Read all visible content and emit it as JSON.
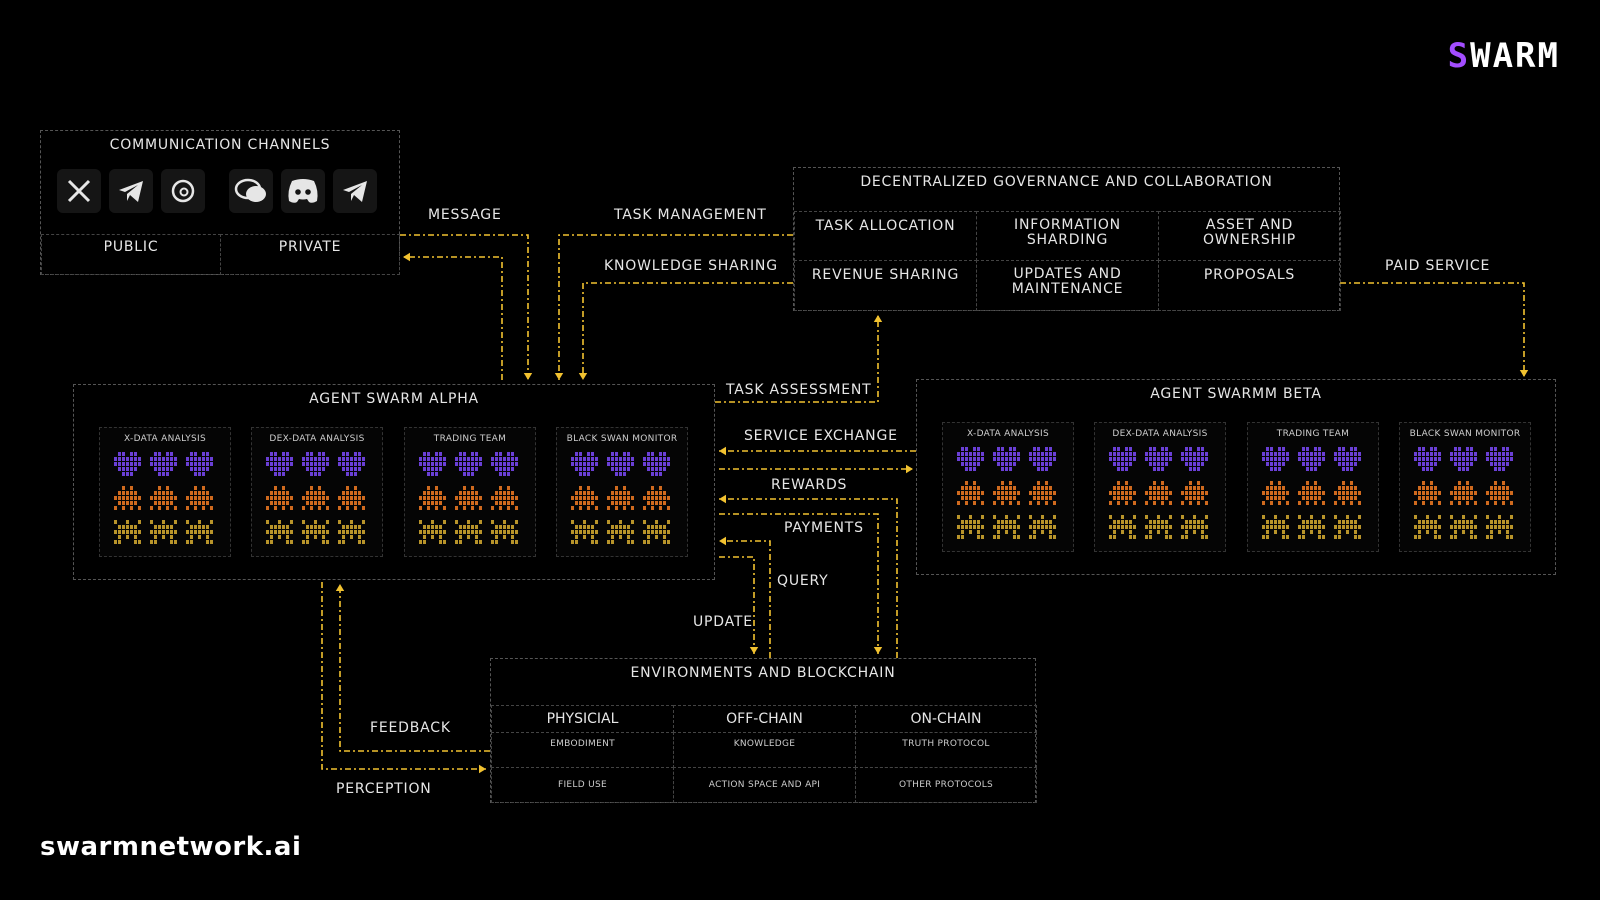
{
  "brand": {
    "logo_first": "S",
    "logo_rest": "WARM",
    "site": "swarmnetwork.ai",
    "accent": "#a34dff"
  },
  "colors": {
    "arrow": "#f2c230",
    "row1": "#6a3fd6",
    "row2": "#d06a1e",
    "row3": "#b8942a"
  },
  "channels": {
    "title": "COMMUNICATION CHANNELS",
    "public": "PUBLIC",
    "private": "PRIVATE",
    "icons": [
      "x-icon",
      "telegram-icon",
      "threads-icon",
      "chat-bubbles-icon",
      "discord-icon",
      "telegram-icon"
    ]
  },
  "governance": {
    "title": "DECENTRALIZED GOVERNANCE AND COLLABORATION",
    "cells": [
      "TASK ALLOCATION",
      "INFORMATION SHARDING",
      "ASSET AND OWNERSHIP",
      "REVENUE SHARING",
      "UPDATES AND MAINTENANCE",
      "PROPOSALS"
    ]
  },
  "alpha": {
    "title": "AGENT SWARM ALPHA",
    "teams": [
      "X-DATA ANALYSIS",
      "DEX-DATA ANALYSIS",
      "TRADING TEAM",
      "BLACK SWAN MONITOR"
    ]
  },
  "beta": {
    "title": "AGENT SWARMM BETA",
    "teams": [
      "X-DATA ANALYSIS",
      "DEX-DATA ANALYSIS",
      "TRADING TEAM",
      "BLACK SWAN MONITOR"
    ]
  },
  "env": {
    "title": "ENVIRONMENTS AND BLOCKCHAIN",
    "columns": [
      {
        "header": "PHYSICIAL",
        "r1": "EMBODIMENT",
        "r2": "FIELD USE"
      },
      {
        "header": "OFF-CHAIN",
        "r1": "KNOWLEDGE",
        "r2": "ACTION SPACE AND API"
      },
      {
        "header": "ON-CHAIN",
        "r1": "TRUTH PROTOCOL",
        "r2": "OTHER PROTOCOLS"
      }
    ]
  },
  "flows": {
    "message": "MESSAGE",
    "task_management": "TASK MANAGEMENT",
    "knowledge_sharing": "KNOWLEDGE SHARING",
    "paid_service": "PAID SERVICE",
    "task_assessment": "TASK ASSESSMENT",
    "service_exchange": "SERVICE EXCHANGE",
    "rewards": "REWARDS",
    "payments": "PAYMENTS",
    "query": "QUERY",
    "update": "UPDATE",
    "feedback": "FEEDBACK",
    "perception": "PERCEPTION"
  }
}
